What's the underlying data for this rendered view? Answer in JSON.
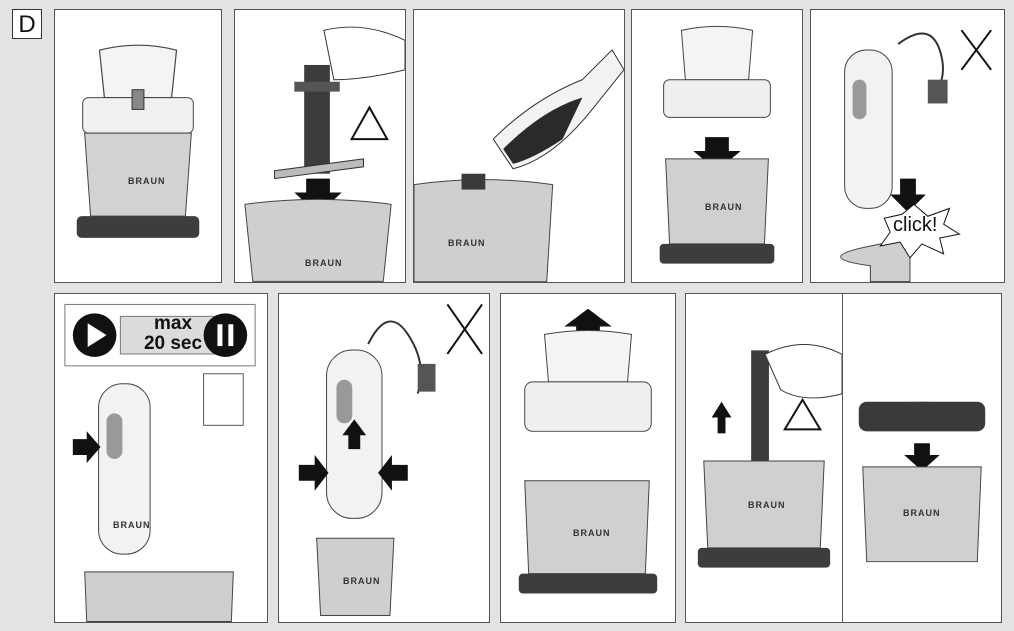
{
  "section": {
    "label": "D"
  },
  "brand": "BRAUN",
  "timer": {
    "line1": "max",
    "line2": "20 sec"
  },
  "click_badge": "click!",
  "panels": [
    {
      "name": "step-1-assembled-chopper"
    },
    {
      "name": "step-2-insert-blade"
    },
    {
      "name": "step-3-fill-beaker"
    },
    {
      "name": "step-4-attach-lid"
    },
    {
      "name": "step-5-attach-motor"
    },
    {
      "name": "step-6-operate"
    },
    {
      "name": "step-7-squeeze-release"
    },
    {
      "name": "step-8-remove-lid"
    },
    {
      "name": "step-9-remove-blade"
    },
    {
      "name": "step-10-store-lid"
    }
  ],
  "colors": {
    "outline": "#333333",
    "dark": "#3a3a3a",
    "steel": "#c9c9c9",
    "arrow": "#111111"
  }
}
